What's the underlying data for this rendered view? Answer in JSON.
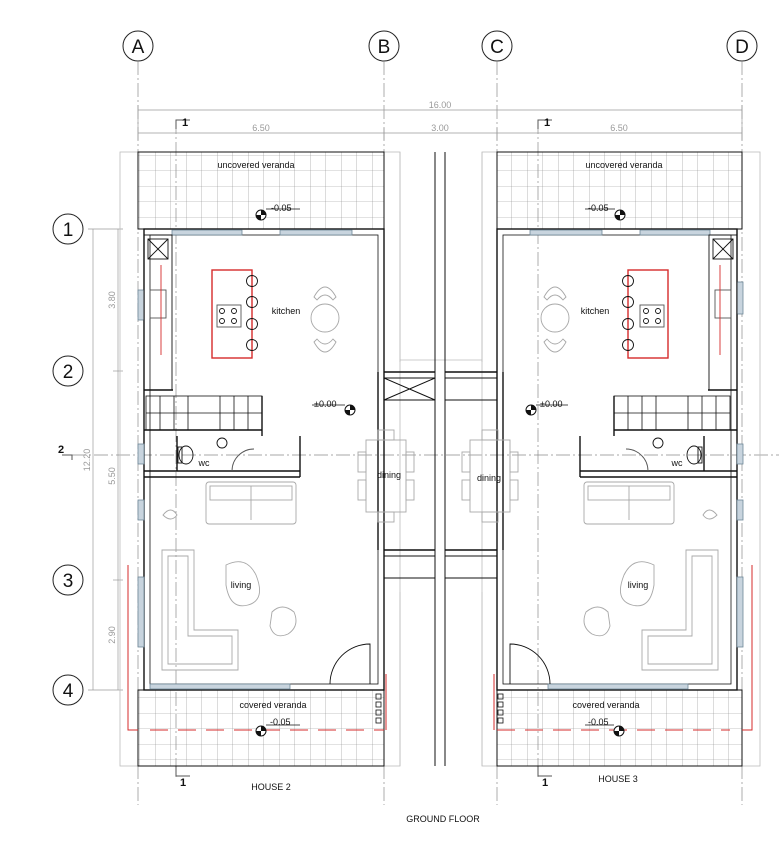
{
  "grid": {
    "columns": [
      "A",
      "B",
      "C",
      "D"
    ],
    "rows": [
      "1",
      "2",
      "3",
      "4"
    ]
  },
  "dimensions": {
    "overall": "16.00",
    "left_span": "6.50",
    "middle_span": "3.00",
    "right_span": "6.50",
    "height_total": "12.20",
    "seg_1": "3.80",
    "seg_2": "5.50",
    "seg_3": "2.90"
  },
  "section_markers": {
    "number": "1",
    "axis_label": "2"
  },
  "levels": {
    "veranda_level": "-0.05",
    "floor_level": "±0.00"
  },
  "rooms": {
    "uncovered_veranda": "uncovered veranda",
    "kitchen": "kitchen",
    "dining": "dining",
    "wc": "wc",
    "living": "living",
    "covered_veranda": "covered veranda"
  },
  "houses": [
    "HOUSE 2",
    "HOUSE 3"
  ],
  "sheet_title": "GROUND FLOOR",
  "colors": {
    "line": "#111111",
    "thin": "#7f7f7f",
    "furniture": "#a8a8a8",
    "accent_red": "#d62b2b",
    "window_blue": "#8fa5b5"
  }
}
